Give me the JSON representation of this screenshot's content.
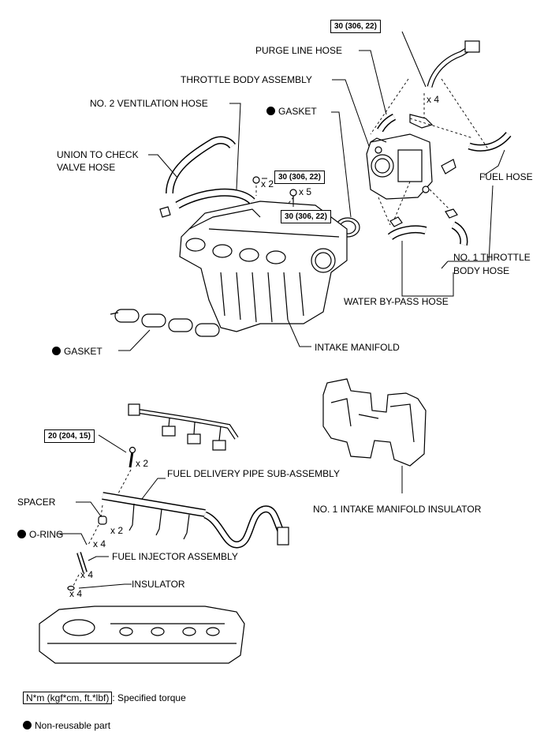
{
  "labels": {
    "torque_top": "30 (306, 22)",
    "purge_line_hose": "PURGE LINE HOSE",
    "throttle_body_assembly": "THROTTLE BODY ASSEMBLY",
    "x4_top": "x 4",
    "no2_ventilation_hose": "NO. 2 VENTILATION HOSE",
    "gasket_top": "GASKET",
    "union_line1": "UNION TO CHECK",
    "union_line2": "VALVE HOSE",
    "torque_mid1": "30 (306, 22)",
    "x2_mid": "x 2",
    "x5_mid": "x 5",
    "torque_mid2": "30 (306, 22)",
    "fuel_hose": "FUEL HOSE",
    "no1_throttle_line1": "NO. 1 THROTTLE",
    "no1_throttle_line2": "BODY HOSE",
    "water_bypass_hose": "WATER BY-PASS HOSE",
    "gasket_bottom": "GASKET",
    "intake_manifold": "INTAKE MANIFOLD",
    "torque_fuel": "20 (204, 15)",
    "x2_fuel": "x 2",
    "fuel_delivery_pipe": "FUEL DELIVERY PIPE SUB-ASSEMBLY",
    "spacer": "SPACER",
    "x2_spacer": "x 2",
    "o_ring": "O-RING",
    "x4_oring": "x 4",
    "fuel_injector_assembly": "FUEL INJECTOR ASSEMBLY",
    "x4_injector": "x 4",
    "insulator": "INSULATOR",
    "x4_insulator": "x 4",
    "no1_intake_manifold_insulator": "NO. 1 INTAKE MANIFOLD INSULATOR"
  },
  "legend": {
    "torque_units": "N*m (kgf*cm, ft.*lbf)",
    "torque_text": ": Specified torque",
    "non_reusable": "Non-reusable part"
  }
}
